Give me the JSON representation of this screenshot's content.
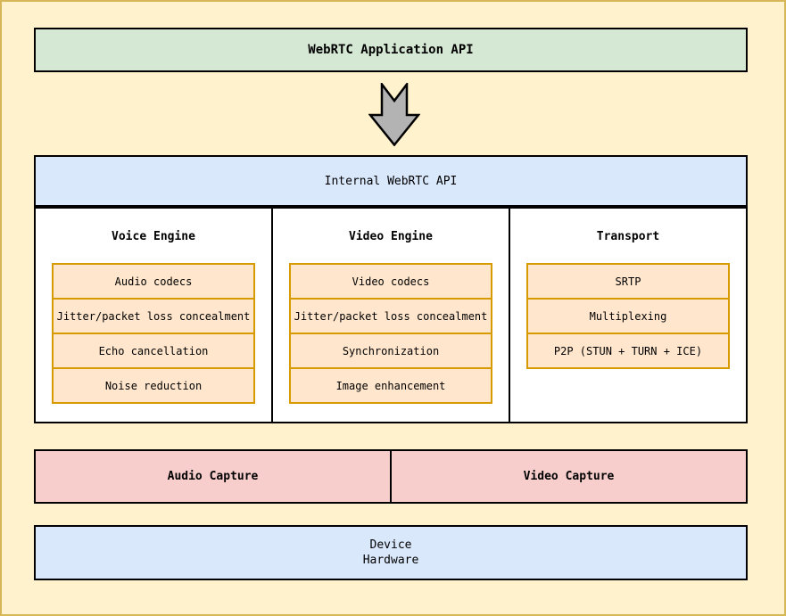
{
  "diagram": {
    "app_api": {
      "label": "WebRTC Application API"
    },
    "internal_api": {
      "label": "Internal WebRTC API"
    },
    "engines": [
      {
        "name": "Voice Engine",
        "items": [
          "Audio codecs",
          "Jitter/packet loss concealment",
          "Echo cancellation",
          "Noise reduction"
        ]
      },
      {
        "name": "Video Engine",
        "items": [
          "Video codecs",
          "Jitter/packet loss concealment",
          "Synchronization",
          "Image enhancement"
        ]
      },
      {
        "name": "Transport",
        "items": [
          "SRTP",
          "Multiplexing",
          "P2P (STUN + TURN + ICE)"
        ]
      }
    ],
    "capture": [
      {
        "label": "Audio Capture"
      },
      {
        "label": "Video Capture"
      }
    ],
    "hardware": {
      "line1": "Device",
      "line2": "Hardware"
    },
    "icons": {
      "down_arrow": "down-arrow-icon"
    },
    "colors": {
      "page_background": "#FFF2CC",
      "page_border": "#D6B656",
      "app_api_fill": "#D5E8D4",
      "internal_api_fill": "#DAE8FC",
      "engine_column_fill": "#FFFFFF",
      "engine_item_fill": "#FFE6CC",
      "engine_item_border": "#D79B00",
      "capture_fill": "#F8CECC",
      "hardware_fill": "#DAE8FC",
      "arrow_fill": "#B3B3B3",
      "box_border": "#000000"
    }
  }
}
